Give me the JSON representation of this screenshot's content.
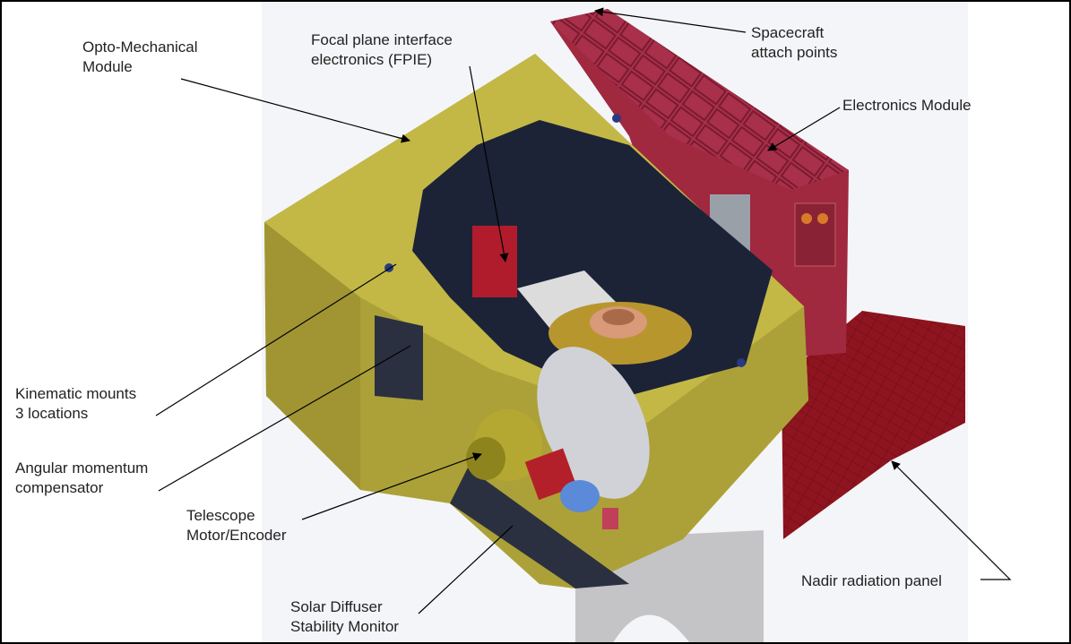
{
  "labels": {
    "opto_mechanical": "Opto-Mechanical\nModule",
    "fpie": "Focal plane interface\nelectronics (FPIE)",
    "spacecraft_attach": "Spacecraft\nattach points",
    "electronics_module": "Electronics Module",
    "kinematic_mounts": "Kinematic mounts\n3 locations",
    "angular_momentum": "Angular momentum\ncompensator",
    "telescope_motor": "Telescope\nMotor/Encoder",
    "solar_diffuser": "Solar Diffuser\nStability Monitor",
    "nadir_panel": "Nadir radiation panel"
  },
  "colors": {
    "opto_module": "#b5ab3a",
    "electronics_module": "#a0283f",
    "nadir_panel": "#8e1420",
    "interior": "#1c2337",
    "background_panel": "#f4f5f8"
  }
}
